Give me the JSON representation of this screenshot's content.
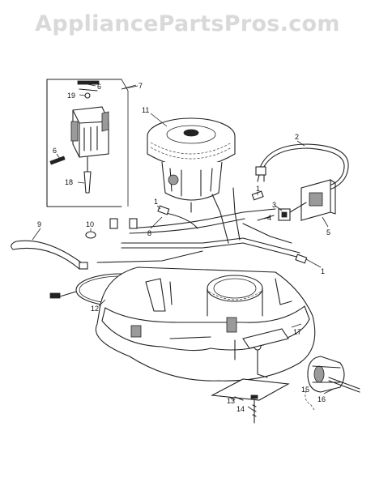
{
  "watermark": "AppliancePartsPros.com",
  "callouts": [
    {
      "id": "c7",
      "label": "7"
    },
    {
      "id": "c6a",
      "label": "6"
    },
    {
      "id": "c19",
      "label": "19"
    },
    {
      "id": "c6b",
      "label": "6"
    },
    {
      "id": "c18",
      "label": "18"
    },
    {
      "id": "c11",
      "label": "11"
    },
    {
      "id": "c2",
      "label": "2"
    },
    {
      "id": "c1a",
      "label": "1"
    },
    {
      "id": "c1b",
      "label": "1"
    },
    {
      "id": "c3",
      "label": "3"
    },
    {
      "id": "c4",
      "label": "4"
    },
    {
      "id": "c5",
      "label": "5"
    },
    {
      "id": "c9",
      "label": "9"
    },
    {
      "id": "c10",
      "label": "10"
    },
    {
      "id": "c8",
      "label": "8"
    },
    {
      "id": "c1c",
      "label": "1"
    },
    {
      "id": "c12",
      "label": "12"
    },
    {
      "id": "c17",
      "label": "17"
    },
    {
      "id": "c13",
      "label": "13"
    },
    {
      "id": "c14",
      "label": "14"
    },
    {
      "id": "c15",
      "label": "15"
    },
    {
      "id": "c16",
      "label": "16"
    }
  ]
}
